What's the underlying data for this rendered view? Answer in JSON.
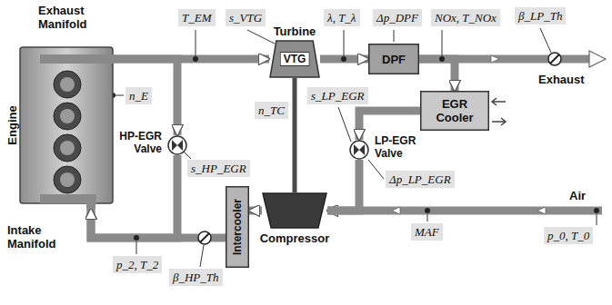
{
  "diagram": {
    "nodes": [
      {
        "text": [
          "Engine"
        ]
      },
      {
        "text": [
          "Turbine",
          "VTG"
        ]
      },
      {
        "text": [
          "DPF"
        ]
      },
      {
        "text": [
          "EGR Cooler"
        ]
      },
      {
        "text": [
          "HP-EGR Valve"
        ]
      },
      {
        "text": [
          "LP-EGR Valve"
        ]
      },
      {
        "text": [
          "Compressor"
        ]
      },
      {
        "text": [
          "Intercooler"
        ]
      }
    ],
    "edges": [
      {
        "from": 0,
        "to": 1,
        "arrow": "to"
      },
      {
        "from": 1,
        "to": 2,
        "arrow": "to"
      },
      {
        "from": 2,
        "to": 3,
        "arrow": "to"
      },
      {
        "from": 3,
        "to": 5,
        "arrow": "to"
      },
      {
        "from": 5,
        "to": 6,
        "arrow": "to"
      },
      {
        "from": 6,
        "to": 7,
        "arrow": "to"
      },
      {
        "from": 7,
        "to": 0,
        "arrow": "to"
      },
      {
        "from": 0,
        "to": 4,
        "arrow": "to"
      },
      {
        "from": 4,
        "to": 0,
        "arrow": "to"
      },
      {
        "from": 1,
        "to": 6,
        "arrow": "none"
      }
    ],
    "labels": [
      "Exhaust Manifold",
      "T_EM",
      "s_VTG",
      "λ, T_λ",
      "Δp_DPF",
      "NOx, T_NOx",
      "β_LP_Th",
      "Exhaust",
      "n_E",
      "n_TC",
      "s_HP_EGR",
      "s_LP_EGR",
      "Δp_LP_EGR",
      "Air",
      "MAF",
      "p_0, T_0",
      "Intake Manifold",
      "p_2, T_2",
      "β_HP_Th"
    ]
  }
}
